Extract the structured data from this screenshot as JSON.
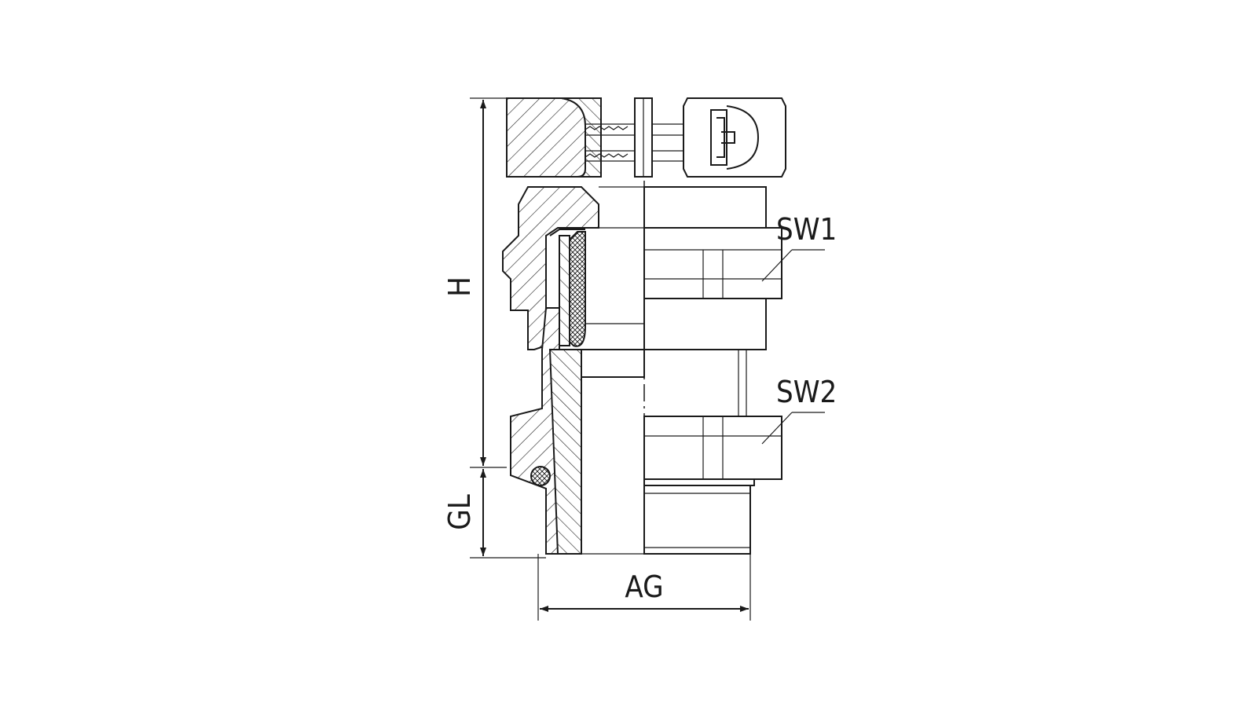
{
  "labels": {
    "height": "H",
    "thread_length": "GL",
    "outer_thread": "AG",
    "wrench_size_1": "SW1",
    "wrench_size_2": "SW2"
  },
  "colors": {
    "line": "#1a1a1a",
    "background": "#ffffff"
  }
}
